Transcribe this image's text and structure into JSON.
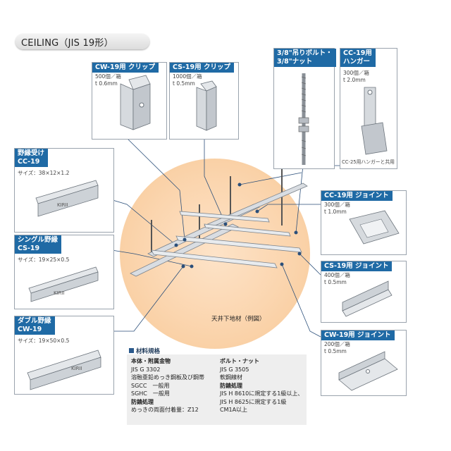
{
  "title": "CEILING（JIS 19形）",
  "diagram_caption": "天井下地材（例図）",
  "panels": {
    "cw19_clip": {
      "title": "CW-19用 クリップ",
      "qty": "500個／箱",
      "thk": "t 0.6mm"
    },
    "cs19_clip": {
      "title": "CS-19用 クリップ",
      "qty": "1000個／箱",
      "thk": "t 0.5mm"
    },
    "bolt": {
      "title1": "3/8\"吊りボルト・",
      "title2": "3/8\"ナット"
    },
    "cc19_hanger": {
      "title1": "CC-19用",
      "title2": "ハンガー",
      "qty": "300個／箱",
      "thk": "t 2.0mm",
      "note": "CC-25用ハンガーと共用"
    },
    "cc19": {
      "title1": "野縁受け",
      "title2": "CC-19",
      "size": "サイズ：38×12×1.2",
      "logo": "KIRII"
    },
    "cs19": {
      "title1": "シングル野縁",
      "title2": "CS-19",
      "size": "サイズ：19×25×0.5",
      "logo": "KIRII"
    },
    "cw19": {
      "title1": "ダブル野縁",
      "title2": "CW-19",
      "size": "サイズ：19×50×0.5",
      "logo": "KIRII"
    },
    "cc19_joint": {
      "title": "CC-19用 ジョイント",
      "qty": "300個／箱",
      "thk": "t 1.0mm"
    },
    "cs19_joint": {
      "title": "CS-19用 ジョイント",
      "qty": "400個／箱",
      "thk": "t 0.5mm"
    },
    "cw19_joint": {
      "title": "CW-19用 ジョイント",
      "qty": "200個／箱",
      "thk": "t 0.5mm"
    }
  },
  "spec": {
    "heading": "材料規格",
    "left": {
      "h1": "本体・附属金物",
      "l1": "JIS G 3302",
      "l2": "溶融亜鉛めっき鋼板及び鋼帯",
      "l3": "SGCC　一般用",
      "l4": "SGHC　一般用",
      "h2": "防錆処理",
      "l5": "めっきの両面付着量：Z12"
    },
    "right": {
      "h1": "ボルト・ナット",
      "l1": "JIS G 3505",
      "l2": "軟鋼線材",
      "h2": "防錆処理",
      "l3": "JIS H 8610に規定する1級以上、",
      "l4": "JIS H 8625に規定する1級",
      "l5": "CM1A以上"
    }
  },
  "colors": {
    "accent": "#1f6aa5",
    "circle": "#fbd5ae",
    "metal": "#c9ced4"
  }
}
